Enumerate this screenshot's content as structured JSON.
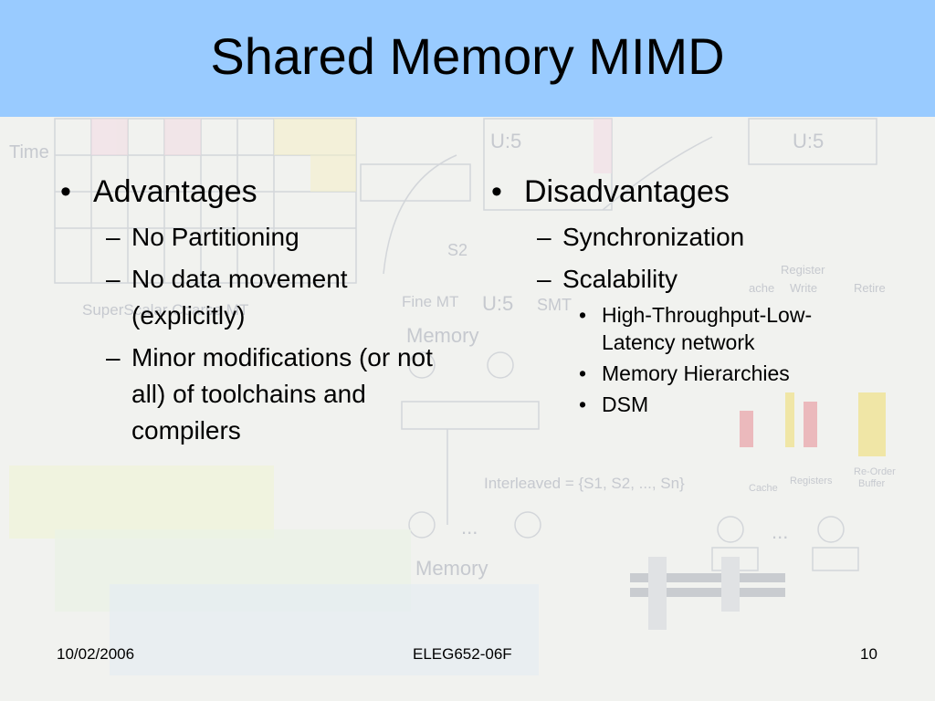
{
  "title": "Shared Memory MIMD",
  "left": {
    "heading": "Advantages",
    "items": [
      "No Partitioning",
      "No data movement (explicitly)",
      "Minor modifications (or not all) of toolchains and compilers"
    ]
  },
  "right": {
    "heading": "Disadvantages",
    "items": [
      {
        "text": "Synchronization",
        "subitems": []
      },
      {
        "text": "Scalability",
        "subitems": [
          "High-Throughput-Low-Latency network",
          "Memory Hierarchies",
          "DSM"
        ]
      }
    ]
  },
  "markers": {
    "bullet": "•",
    "dash": "–"
  },
  "footer": {
    "date": "10/02/2006",
    "course": "ELEG652-06F",
    "page": "10"
  },
  "colors": {
    "title_bar": "#99cbff",
    "background": "#f1f2ef"
  }
}
